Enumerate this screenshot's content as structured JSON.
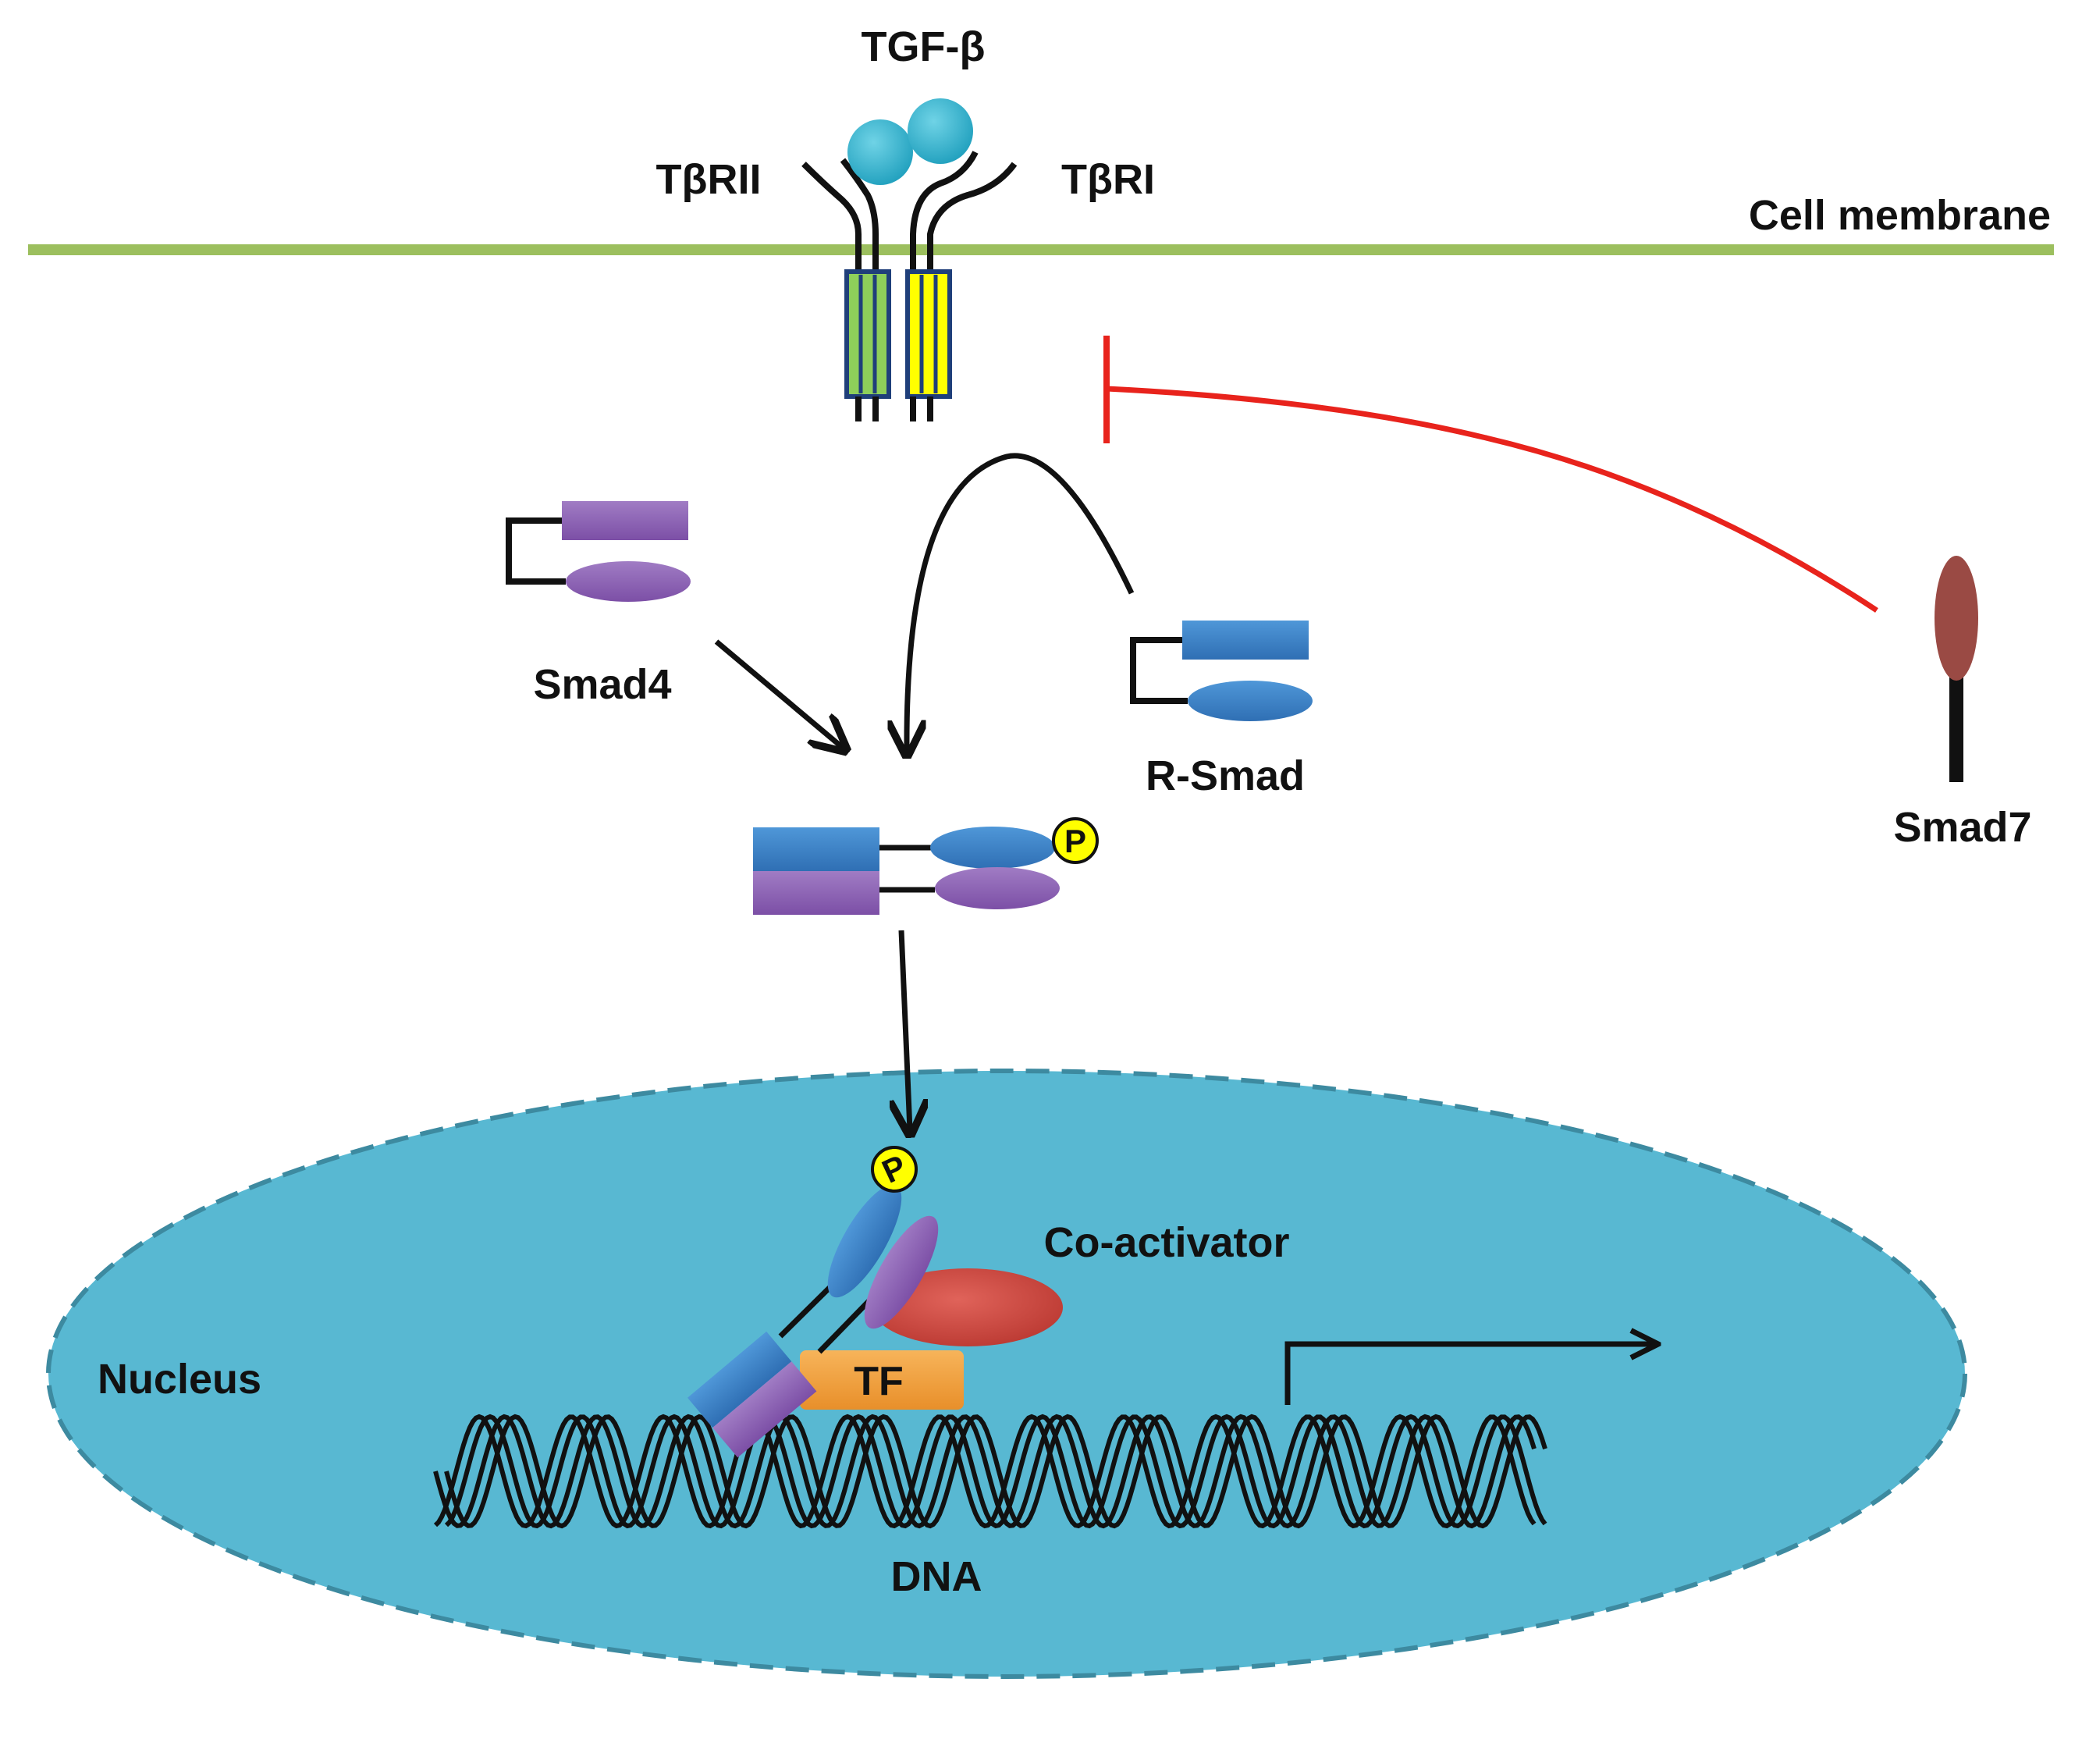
{
  "labels": {
    "ligand": "TGF-β",
    "receptor2": "TβRII",
    "receptor1": "TβRI",
    "membrane": "Cell membrane",
    "smad4": "Smad4",
    "rsmad": "R-Smad",
    "smad7": "Smad7",
    "coactivator": "Co-activator",
    "nucleus": "Nucleus",
    "tf": "TF",
    "dna": "DNA",
    "phospho": "P"
  },
  "colors": {
    "membrane": "#9cbf5e",
    "ligand": "#3fb9d3",
    "receptor2": "#8ecf5a",
    "receptor1": "#ffff00",
    "receptor_border": "#1f3f7a",
    "smad4": "#8e62b4",
    "rsmad": "#3f83c8",
    "smad7": "#9a4a44",
    "nucleus": "#5bbad3",
    "nucleus_border": "#3f8fa6",
    "coactivator": "#cf4a42",
    "tf": "#f0a03c",
    "inhibition": "#e8231c",
    "phospho": "#ffff00"
  }
}
